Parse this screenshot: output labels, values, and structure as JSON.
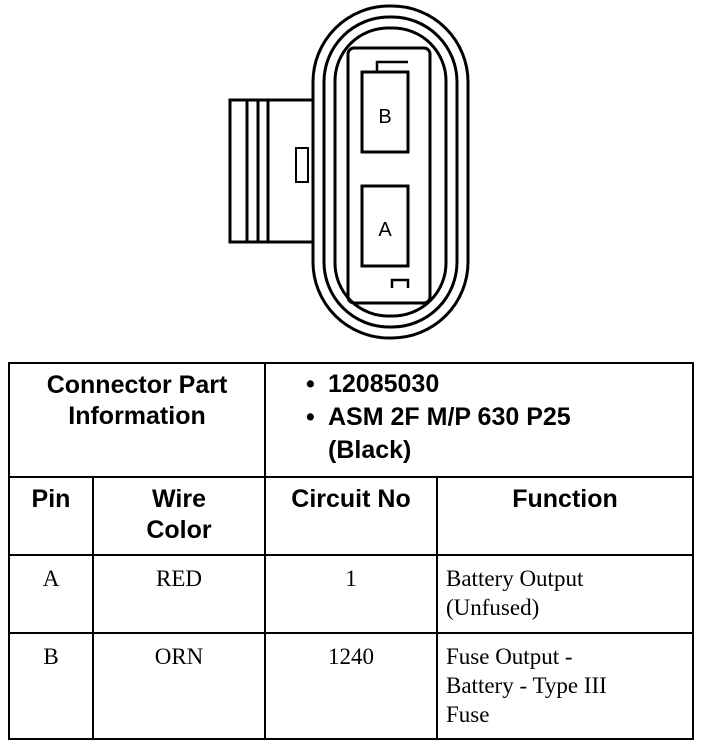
{
  "connector": {
    "pins": [
      {
        "label": "B"
      },
      {
        "label": "A"
      }
    ]
  },
  "table": {
    "part_info_label_line1": "Connector Part",
    "part_info_label_line2": "Information",
    "part_numbers": [
      "12085030",
      "ASM 2F M/P 630 P25",
      "(Black)"
    ],
    "headers": {
      "pin": "Pin",
      "wire_color_line1": "Wire",
      "wire_color_line2": "Color",
      "circuit_no": "Circuit No",
      "function": "Function"
    },
    "rows": [
      {
        "pin": "A",
        "wire_color": "RED",
        "circuit_no": "1",
        "function_lines": [
          "Battery Output",
          "(Unfused)"
        ]
      },
      {
        "pin": "B",
        "wire_color": "ORN",
        "circuit_no": "1240",
        "function_lines": [
          "Fuse Output -",
          "Battery - Type III",
          "Fuse"
        ]
      }
    ]
  }
}
